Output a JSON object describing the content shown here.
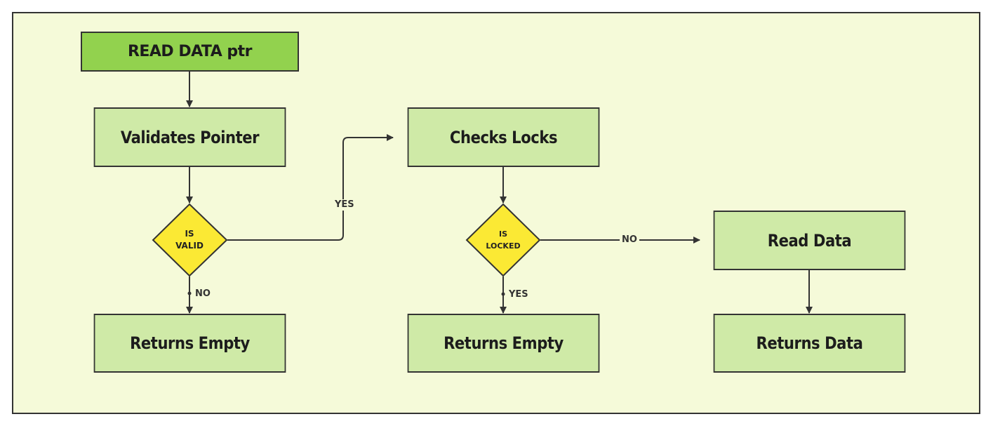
{
  "nodes": {
    "start": "READ DATA ptr",
    "validate": "Validates Pointer",
    "is_valid_line1": "IS",
    "is_valid_line2": "VALID",
    "returns_empty_1": "Returns Empty",
    "check_locks": "Checks Locks",
    "is_locked_line1": "IS",
    "is_locked_line2": "LOCKED",
    "returns_empty_2": "Returns Empty",
    "read_data": "Read Data",
    "returns_data": "Returns Data"
  },
  "edges": {
    "valid_yes": "YES",
    "valid_no": "NO",
    "locked_no": "NO",
    "locked_yes": "YES"
  },
  "colors": {
    "start_fill": "#92d24e",
    "process_fill": "#cfeaa7",
    "decision_fill": "#fbe934",
    "background": "#f5fad9",
    "stroke": "#333333"
  }
}
